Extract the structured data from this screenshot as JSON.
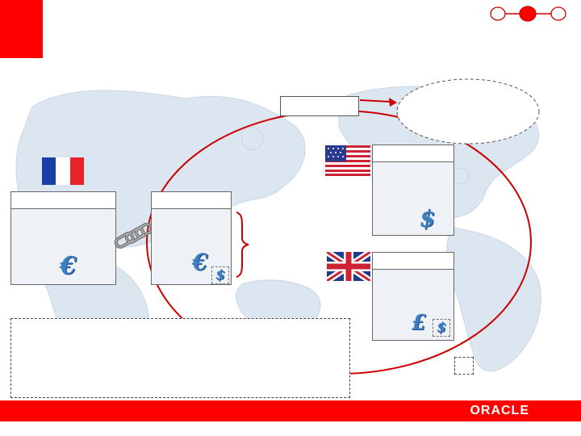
{
  "slide": {
    "accent_color": "#ff0000",
    "footer_brand": "ORACLE",
    "nav_indicator": {
      "total": 3,
      "active": 2
    }
  },
  "flags": [
    "france-flag",
    "usa-flag",
    "uk-flag"
  ],
  "ledgers": [
    {
      "id": "france",
      "symbols": [
        "€"
      ]
    },
    {
      "id": "linked",
      "symbols": [
        "€",
        "$"
      ]
    },
    {
      "id": "usa",
      "symbols": [
        "$"
      ]
    },
    {
      "id": "uk",
      "symbols": [
        "£",
        "$"
      ]
    }
  ],
  "icons": [
    "chain-link-icon",
    "bracket-icon",
    "flow-arrow-icon",
    "world-map-background"
  ]
}
